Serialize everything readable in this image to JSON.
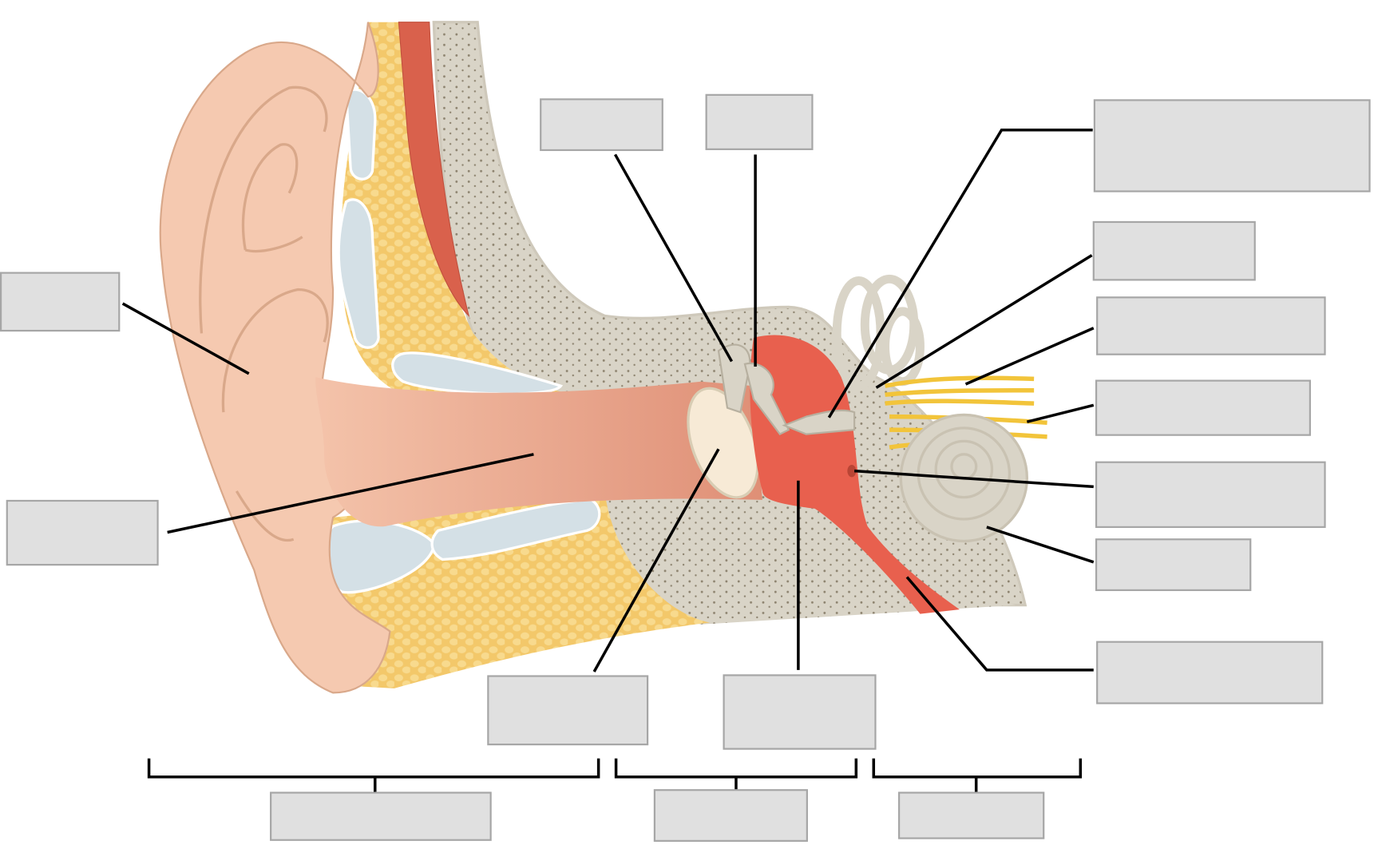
{
  "diagram": {
    "subject": "ear-anatomy",
    "label_boxes": [
      {
        "id": "pinna-label",
        "text": ""
      },
      {
        "id": "ear-canal-label",
        "text": ""
      },
      {
        "id": "malleus-label",
        "text": ""
      },
      {
        "id": "incus-label",
        "text": ""
      },
      {
        "id": "stapes-label",
        "text": ""
      },
      {
        "id": "semicircular-canals-label",
        "text": ""
      },
      {
        "id": "vestibular-nerve-label",
        "text": ""
      },
      {
        "id": "cochlear-nerve-label",
        "text": ""
      },
      {
        "id": "round-window-label",
        "text": ""
      },
      {
        "id": "cochlea-label",
        "text": ""
      },
      {
        "id": "eustachian-tube-label",
        "text": ""
      },
      {
        "id": "tympanic-membrane-label",
        "text": ""
      },
      {
        "id": "middle-ear-cavity-label",
        "text": ""
      },
      {
        "id": "outer-ear-label",
        "text": ""
      },
      {
        "id": "middle-ear-label",
        "text": ""
      },
      {
        "id": "inner-ear-label",
        "text": ""
      }
    ],
    "colors": {
      "skin": "#f5c9b0",
      "bone": "#d9d4c7",
      "fat": "#f6d27e",
      "cartilage": "#d4e0e6",
      "muscle": "#d9614c",
      "middle_ear": "#e8604e",
      "nerve": "#f2c43a",
      "label_fill": "#e0e0e0",
      "label_border": "#a6a6a6"
    }
  }
}
